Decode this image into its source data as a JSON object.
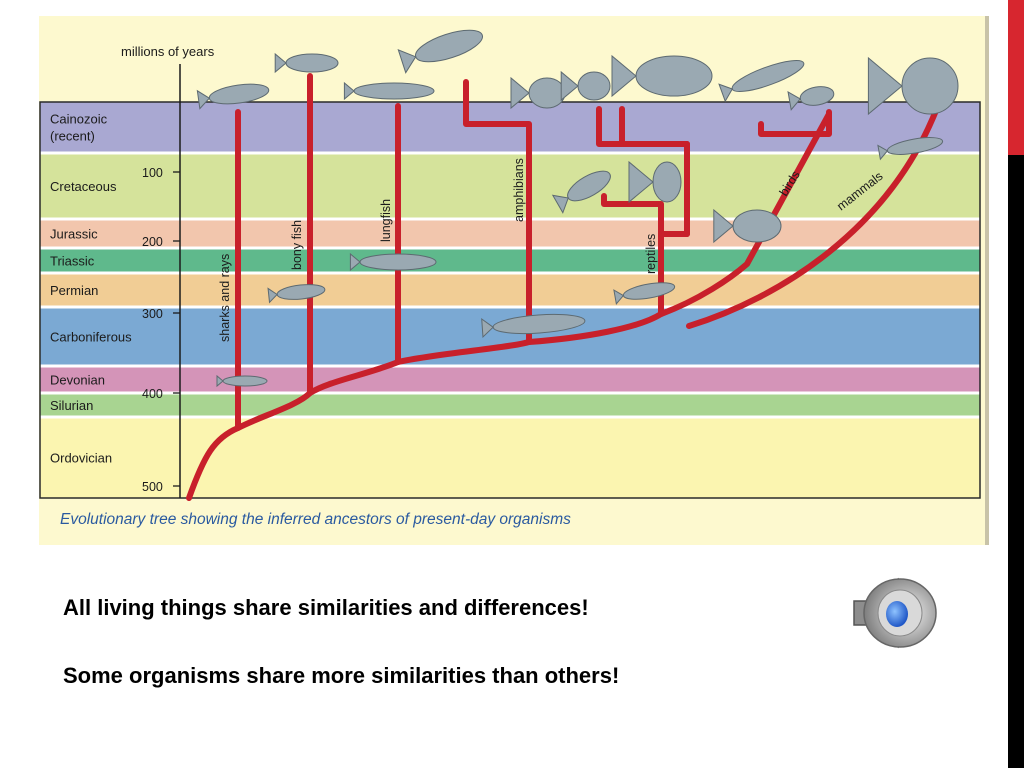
{
  "figure": {
    "axis_title": "millions of years",
    "caption": "Evolutionary tree showing the inferred ancestors of present-day organisms",
    "periods": [
      {
        "name": "Cainozoic\n(recent)",
        "color": "#a9a8d2"
      },
      {
        "name": "Cretaceous",
        "color": "#d5e39b"
      },
      {
        "name": "Jurassic",
        "color": "#f2c6ad"
      },
      {
        "name": "Triassic",
        "color": "#5fb98c"
      },
      {
        "name": "Permian",
        "color": "#f1cd95"
      },
      {
        "name": "Carboniferous",
        "color": "#7ba9d3"
      },
      {
        "name": "Devonian",
        "color": "#d494b8"
      },
      {
        "name": "Silurian",
        "color": "#a8d491"
      },
      {
        "name": "Ordovician",
        "color": "#fbf5b0"
      }
    ],
    "ticks": [
      "100",
      "200",
      "300",
      "400",
      "500"
    ],
    "lineages": [
      "sharks and rays",
      "bony fish",
      "lungfish",
      "amphibians",
      "reptiles",
      "birds",
      "mammals"
    ],
    "colors": {
      "branch": "#c8202b",
      "animal": "#9aa9b2"
    }
  },
  "text": {
    "line1": "All living things share similarities and differences!",
    "line2": "Some organisms share more similarities than others!"
  },
  "audio": {
    "icon": "speaker-icon"
  }
}
